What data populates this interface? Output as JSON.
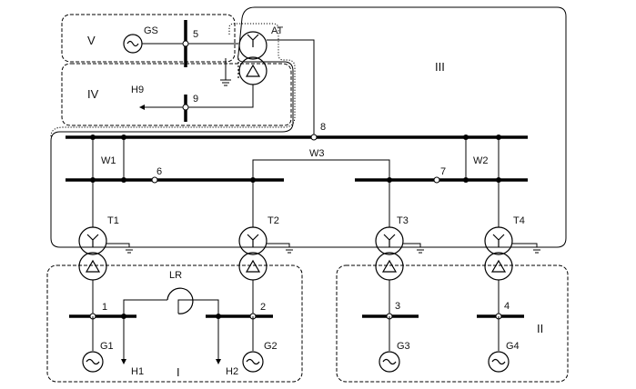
{
  "zones": {
    "I": "I",
    "II": "II",
    "III": "III",
    "IV": "IV",
    "V": "V"
  },
  "transformers": {
    "t1": "T1",
    "t2": "T2",
    "t3": "T3",
    "t4": "T4",
    "at": "AT"
  },
  "generators": {
    "g1": "G1",
    "g2": "G2",
    "g3": "G3",
    "g4": "G4",
    "gs": "GS"
  },
  "loads": {
    "h1": "H1",
    "h2": "H2",
    "h9": "H9"
  },
  "lines": {
    "w1": "W1",
    "w2": "W2",
    "w3": "W3"
  },
  "reactor": "LR",
  "nodes": {
    "n1": "1",
    "n2": "2",
    "n3": "3",
    "n4": "4",
    "n5": "5",
    "n6": "6",
    "n7": "7",
    "n8": "8",
    "n9": "9"
  }
}
